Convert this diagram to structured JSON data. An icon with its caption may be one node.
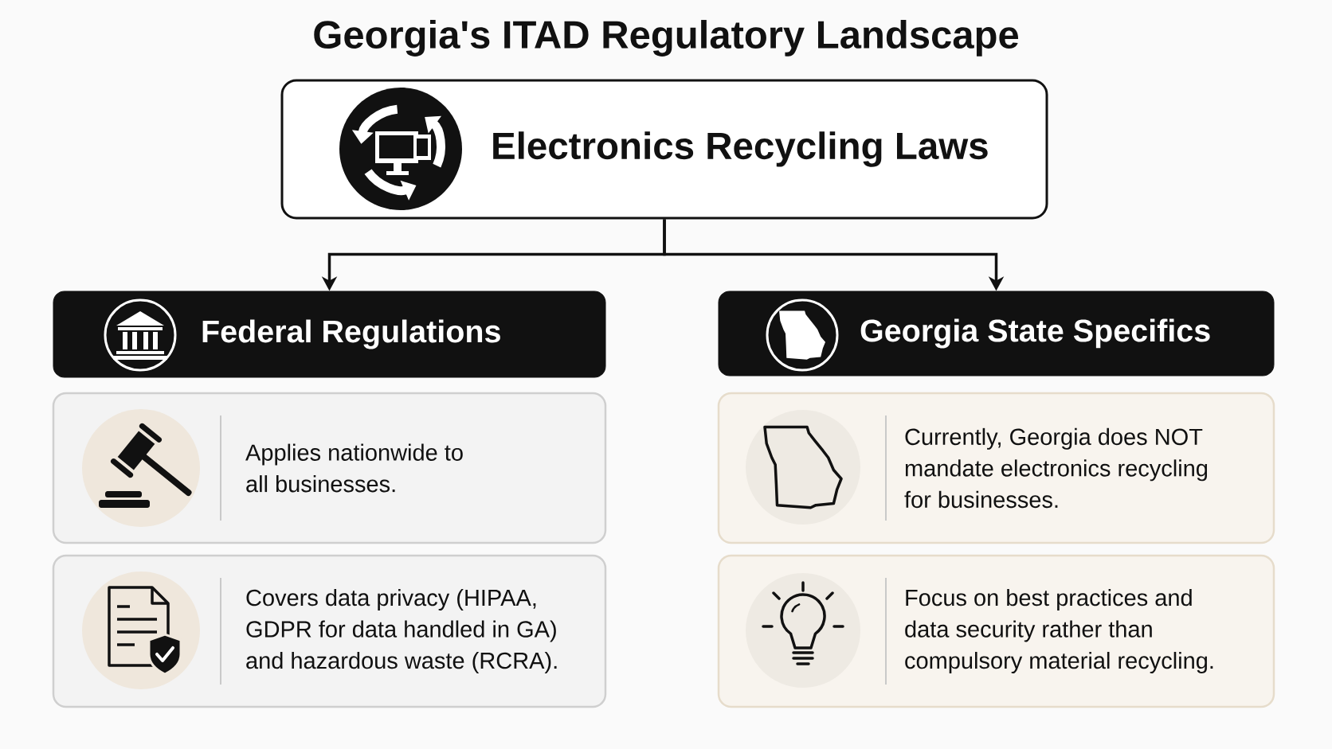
{
  "diagram": {
    "title": "Georgia's ITAD Regulatory Landscape",
    "nodes": [
      {
        "text": [
          "Electronics Recycling Laws"
        ]
      },
      {
        "text": [
          "Federal Regulations"
        ]
      },
      {
        "text": [
          "Georgia State Specifics"
        ]
      },
      {
        "text": [
          "Applies nationwide to all businesses."
        ]
      },
      {
        "text": [
          "Covers data privacy (HIPAA, GDPR for data handled in GA) and hazardous waste (RCRA)."
        ]
      },
      {
        "text": [
          "Currently, Georgia does NOT mandate electronics recycling for businesses."
        ]
      },
      {
        "text": [
          "Focus on best practices and data security rather than compulsory material recycling."
        ]
      }
    ],
    "edges": [
      {
        "from": 0,
        "to": 1,
        "arrow": "to"
      },
      {
        "from": 0,
        "to": 2,
        "arrow": "to"
      }
    ]
  }
}
